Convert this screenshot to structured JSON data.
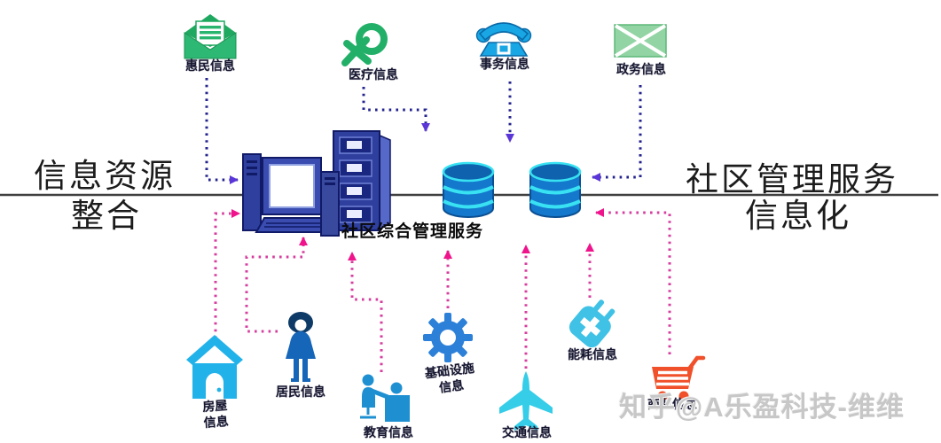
{
  "headings": {
    "left_line1": "信息资源",
    "left_line2": "整合",
    "right_line1": "社区管理服务",
    "right_line2": "信息化"
  },
  "center": {
    "label": "社区综合管理服务",
    "icons": [
      "desktop-computer-icon",
      "server-tower-icon",
      "database-icon",
      "database-icon"
    ]
  },
  "top_nodes": [
    {
      "label": "惠民信息",
      "icon": "open-envelope-icon",
      "color": "#2db873"
    },
    {
      "label": "医疗信息",
      "icon": "medical-symbol-icon",
      "color": "#22b068"
    },
    {
      "label": "事务信息",
      "icon": "telephone-icon",
      "color": "#18a6e4"
    },
    {
      "label": "政务信息",
      "icon": "sealed-envelope-icon",
      "color": "#92d4a4"
    }
  ],
  "bottom_nodes": [
    {
      "label": "房屋信息",
      "lines": [
        "房屋",
        "信息"
      ],
      "icon": "house-icon",
      "color": "#22b2ea"
    },
    {
      "label": "居民信息",
      "icon": "resident-person-icon",
      "color": "#1565b8"
    },
    {
      "label": "教育信息",
      "icon": "education-desk-icon",
      "color": "#1e90d2"
    },
    {
      "label": "基础设施信息",
      "lines": [
        "基础设施",
        "信息"
      ],
      "icon": "gear-icon",
      "color": "#2d80d8"
    },
    {
      "label": "交通信息",
      "icon": "airplane-icon",
      "color": "#35cde8"
    },
    {
      "label": "能耗信息",
      "icon": "power-plug-icon",
      "color": "#3fc2e6"
    },
    {
      "label": "商业信息",
      "icon": "shopping-cart-icon",
      "color": "#f0502a"
    }
  ],
  "watermark": "知乎@A乐盈科技-维维",
  "colors": {
    "arrow_blue_dots": "#23238f",
    "arrow_blue_head": "#5a36d8",
    "arrow_pink_dots": "#d63d9e",
    "arrow_pink_head": "#f0148c",
    "divider_line": "#3f3f3f",
    "database_blue": "#1478cc",
    "database_stripe": "#38e2f2",
    "hardware_navy": "#2e3f9e"
  }
}
